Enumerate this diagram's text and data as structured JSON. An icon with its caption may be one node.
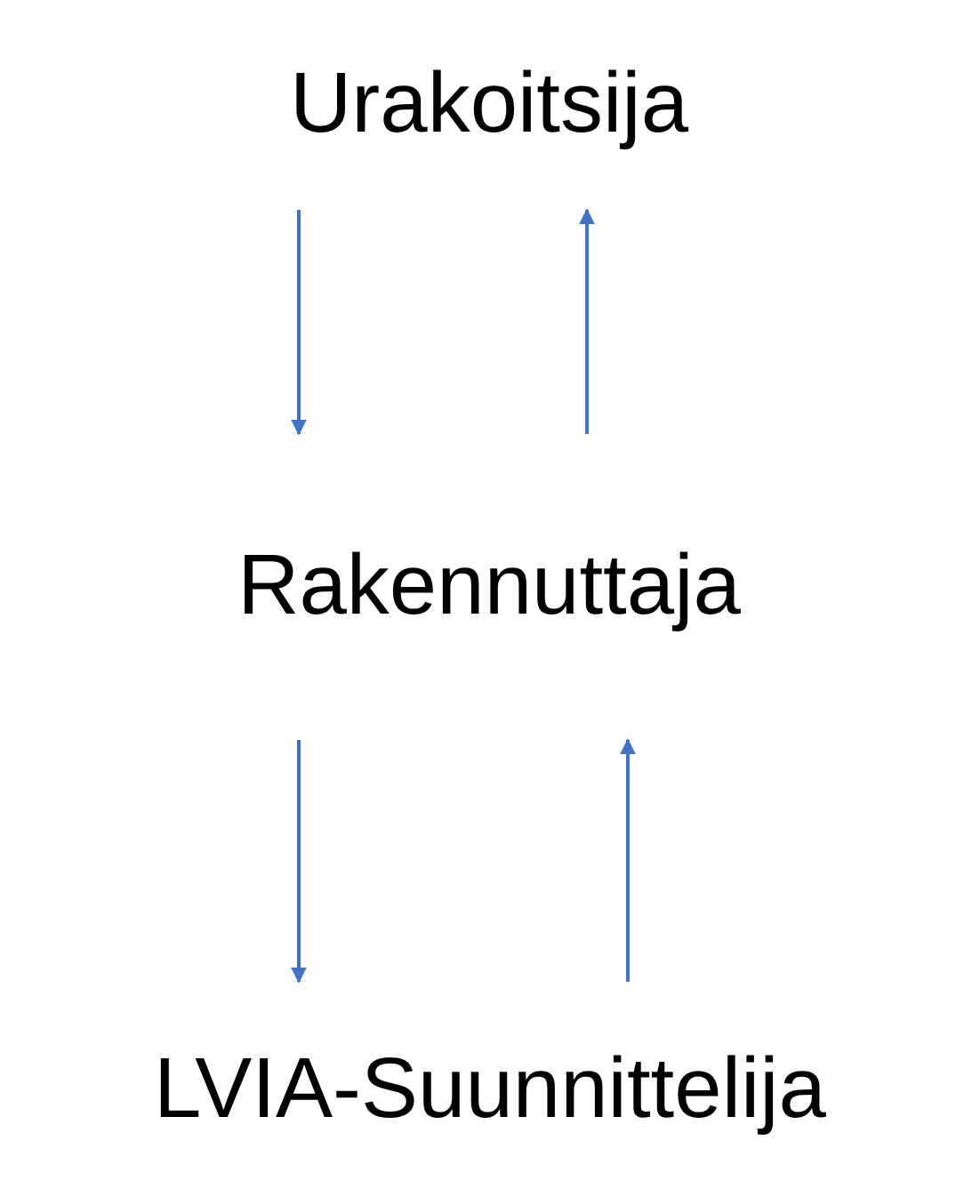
{
  "diagram": {
    "nodes": [
      {
        "text": [
          "Urakoitsija"
        ]
      },
      {
        "text": [
          "Rakennuttaja"
        ]
      },
      {
        "text": [
          "LVIA-Suunnittelija"
        ]
      }
    ],
    "edges": [
      {
        "from": 0,
        "to": 1,
        "arrow": "to"
      },
      {
        "from": 1,
        "to": 0,
        "arrow": "to"
      },
      {
        "from": 1,
        "to": 2,
        "arrow": "to"
      },
      {
        "from": 2,
        "to": 1,
        "arrow": "to"
      }
    ]
  }
}
